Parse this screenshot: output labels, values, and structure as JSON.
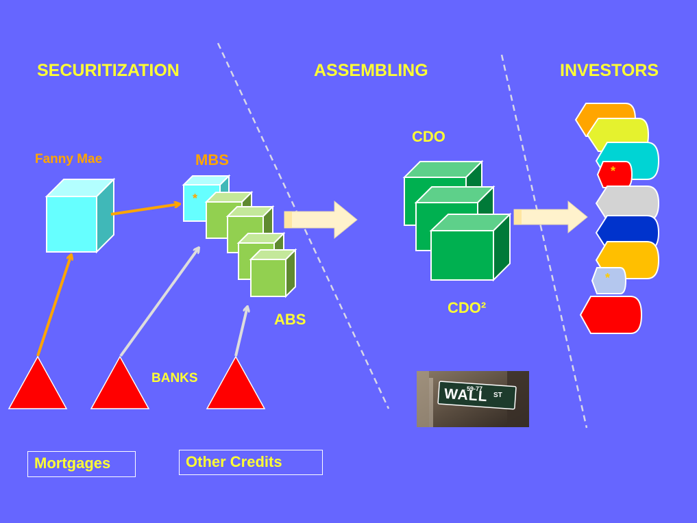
{
  "sections": {
    "securitization": "SECURITIZATION",
    "assembling": "ASSEMBLING",
    "investors": "INVESTORS"
  },
  "labels": {
    "fanny_mae": "Fanny Mae",
    "mbs": "MBS",
    "abs": "ABS",
    "cdo": "CDO",
    "cdo2": "CDO²",
    "banks": "BANKS",
    "mortgages": "Mortgages",
    "other_credits": "Other Credits",
    "star": "*"
  },
  "sign": {
    "street_number": "59-77",
    "street_name": "WALL",
    "street_suffix": "ST"
  },
  "colors": {
    "background": "#6666ff",
    "heading": "#ffff33",
    "fanny_mae": "#ffa500",
    "fanny_cube": "#66ffff",
    "mbs_cube": "#92d050",
    "cdo_cube": "#00b050",
    "triangle": "#ff0000"
  }
}
